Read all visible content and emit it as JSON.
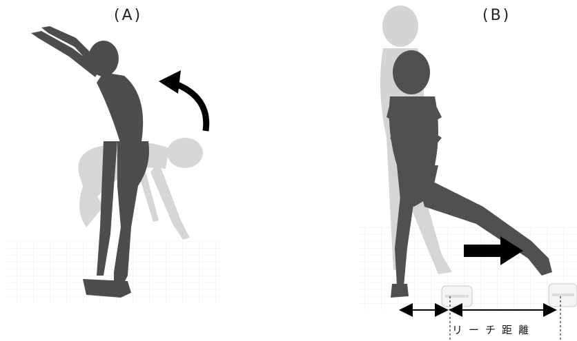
{
  "panels": {
    "a": {
      "label": "(A)"
    },
    "b": {
      "label": "(B)"
    }
  },
  "annotations": {
    "reach_distance": "リーチ距離"
  },
  "colors": {
    "figure_dark": "#4a4a4a",
    "figure_ghost": "#c8c8c8",
    "arrow": "#000000"
  }
}
